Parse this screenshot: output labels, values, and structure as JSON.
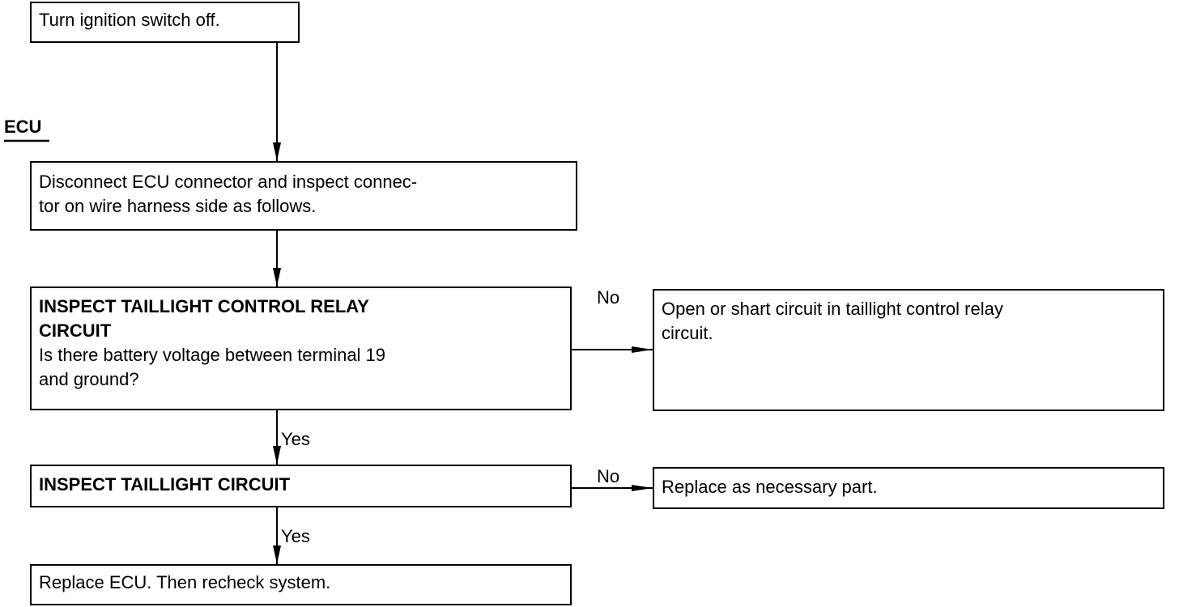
{
  "section_label": "ECU",
  "steps": {
    "turn_off": "Turn ignition switch off.",
    "disconnect": "Disconnect ECU connector and inspect connec-\ntor on wire harness side as follows.",
    "relay_title": "INSPECT TAILLIGHT CONTROL RELAY\nCIRCUIT",
    "relay_question": "Is there battery voltage between terminal 19\nand ground?",
    "relay_no_result": "Open or shart circuit in taillight control relay\ncircuit.",
    "taillight_title": "INSPECT TAILLIGHT CIRCUIT",
    "taillight_no_result": "Replace as necessary part.",
    "final": "Replace ECU. Then recheck system."
  },
  "branches": {
    "no1": "No",
    "yes1": "Yes",
    "no2": "No",
    "yes2": "Yes"
  }
}
